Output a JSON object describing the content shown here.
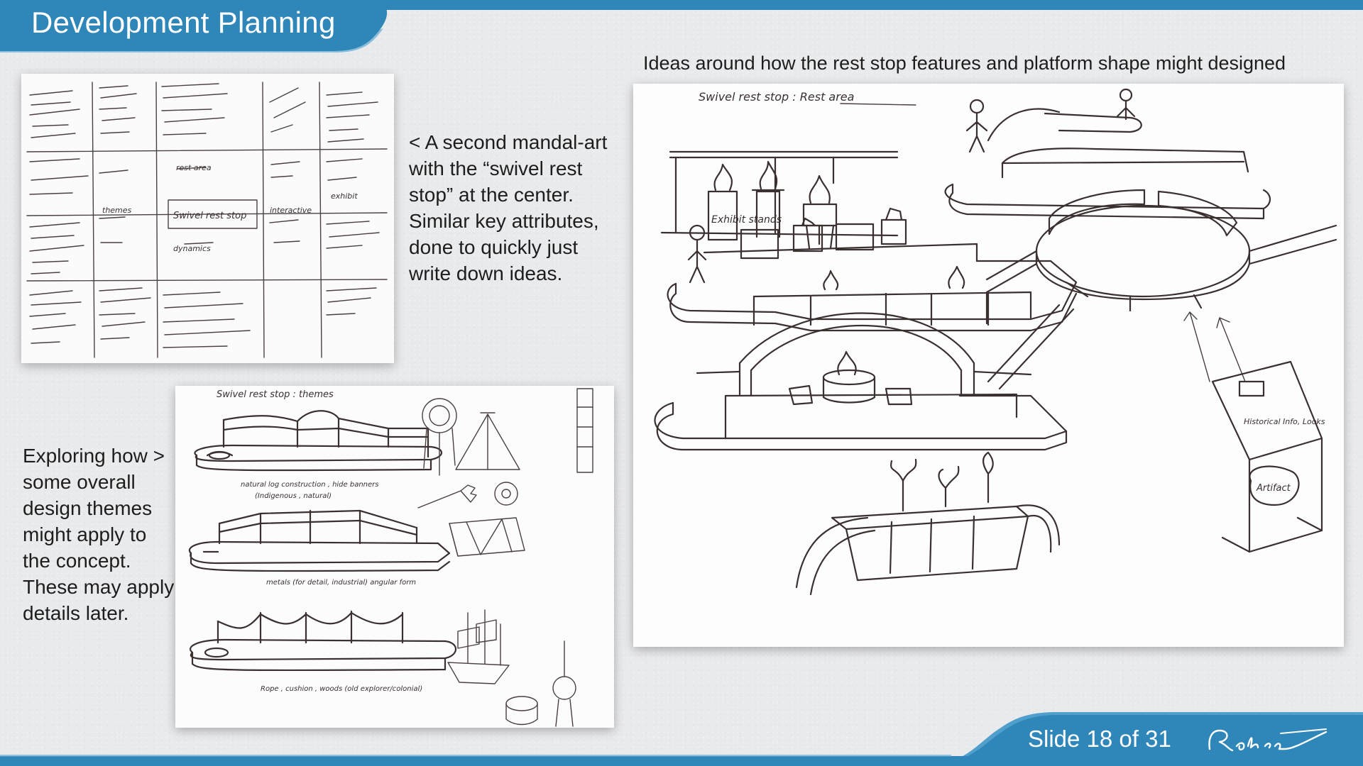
{
  "slide": {
    "title": "Development Planning",
    "footer": "Slide 18 of 31",
    "colors": {
      "accent": "#2f86b8",
      "accent_light": "#5ea9d4",
      "text": "#1d1d1d"
    }
  },
  "top_caption": "Ideas around how the rest stop features and platform shape might designed",
  "mandala_caption": "< A second mandal-art with the “swivel rest stop” at the center. Similar key attributes, done to quickly just write down ideas.",
  "themes_caption": "Exploring how > some overall design themes might apply to the concept. These may apply details later.",
  "sketches": {
    "mandala": {
      "center": "Swivel rest stop",
      "cells": [
        "rest area",
        "themes",
        "dynamics",
        "interactive",
        "exhibit"
      ]
    },
    "themes": {
      "heading": "Swivel rest stop : themes",
      "labels": [
        "natural log construction , hide banners",
        "(Indigenous , natural)",
        "metals (for detail, industrial) angular form",
        "Rope , cushion , woods (old explorer/colonial)"
      ]
    },
    "rest_area": {
      "heading": "Swivel rest stop : Rest area",
      "labels": [
        "Exhibit stands",
        "Historical Info, Looks",
        "Artifact"
      ]
    }
  }
}
